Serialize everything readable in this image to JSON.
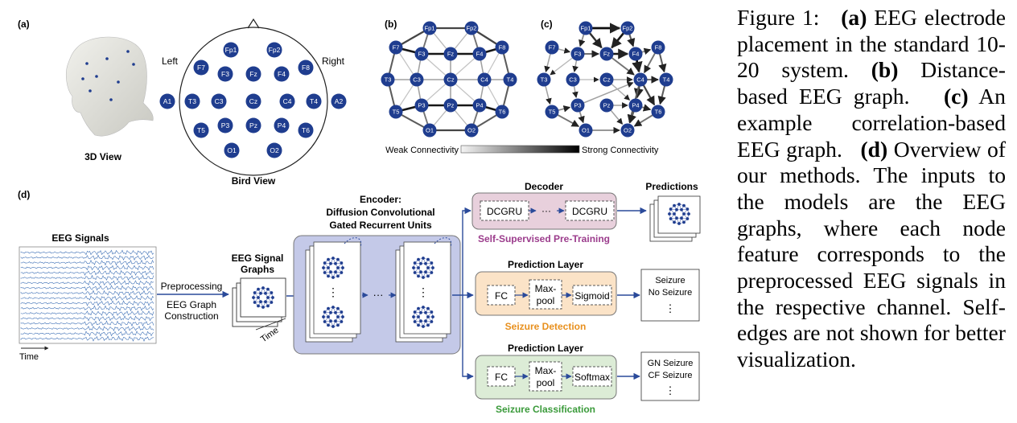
{
  "panels": {
    "a": "(a)",
    "b": "(b)",
    "c": "(c)",
    "d": "(d)"
  },
  "panel_a": {
    "left_label": "Left",
    "right_label": "Right",
    "view3d_label": "3D View",
    "bird_label": "Bird View",
    "electrodes": [
      "Fp1",
      "Fp2",
      "F7",
      "F3",
      "Fz",
      "F4",
      "F8",
      "A1",
      "T3",
      "C3",
      "Cz",
      "C4",
      "T4",
      "A2",
      "T5",
      "P3",
      "Pz",
      "P4",
      "T6",
      "O1",
      "O2"
    ]
  },
  "panel_bc": {
    "weak_label": "Weak Connectivity",
    "strong_label": "Strong Connectivity",
    "nodes": [
      "Fp1",
      "Fp2",
      "F7",
      "F3",
      "Fz",
      "F4",
      "F8",
      "T3",
      "C3",
      "Cz",
      "C4",
      "T4",
      "T5",
      "P3",
      "Pz",
      "P4",
      "T6",
      "O1",
      "O2"
    ]
  },
  "panel_d": {
    "eeg_signals": "EEG Signals",
    "time": "Time",
    "preprocessing": "Preprocessing",
    "graph_construction_1": "EEG Graph",
    "graph_construction_2": "Construction",
    "signal_graphs_1": "EEG Signal",
    "signal_graphs_2": "Graphs",
    "stack_time": "Time",
    "encoder_1": "Encoder:",
    "encoder_2": "Diffusion Convolutional",
    "encoder_3": "Gated Recurrent Units",
    "decoder": "Decoder",
    "dcgru": "DCGRU",
    "predictions": "Predictions",
    "pretraining": "Self-Supervised Pre-Training",
    "prediction_layer": "Prediction Layer",
    "fc": "FC",
    "maxpool_1": "Max-",
    "maxpool_2": "pool",
    "sigmoid": "Sigmoid",
    "softmax": "Softmax",
    "seizure_detection": "Seizure Detection",
    "seizure_classification": "Seizure Classification",
    "det_out_1": "Seizure",
    "det_out_2": "No Seizure",
    "cls_out_1": "GN Seizure",
    "cls_out_2": "CF Seizure",
    "dots": "⋮",
    "hdots": "···"
  },
  "caption": {
    "fig": "Figure 1:",
    "a_tag": "(a)",
    "a_text": "EEG electrode placement in the standard 10-20 system.",
    "b_tag": "(b)",
    "b_text": "Distance-based EEG graph.",
    "c_tag": "(c)",
    "c_text": "An example correlation-based EEG graph.",
    "d_tag": "(d)",
    "d_text": "Overview of our methods. The inputs to the models are the EEG graphs, where each node feature corresponds to the preprocessed EEG signals in the respective channel. Self-edges are not shown for better visualization."
  },
  "colors": {
    "node": "#1f3d8f",
    "decoder_fill": "#e8d0dc",
    "pretraining_text": "#9b3c8c",
    "detection_fill": "#fbe3c7",
    "detection_text": "#e8901e",
    "classification_fill": "#dcecd6",
    "classification_text": "#3a9a3a",
    "encoder_fill": "#c4c9e8"
  }
}
